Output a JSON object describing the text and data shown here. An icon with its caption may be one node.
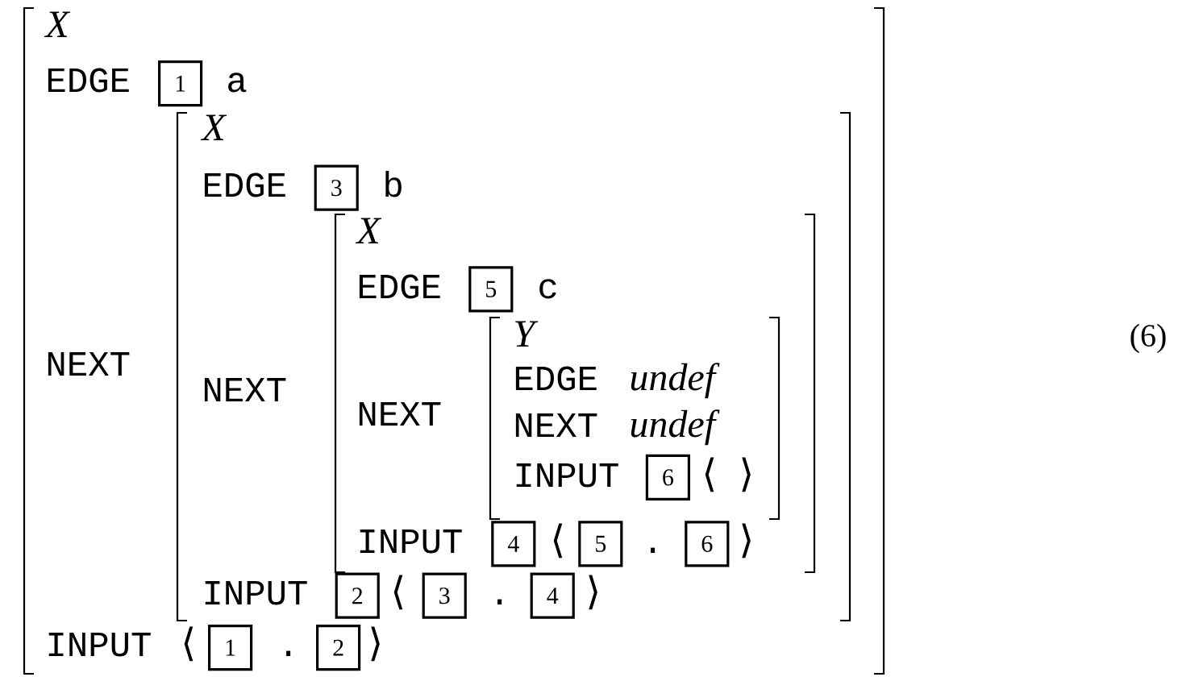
{
  "diagram": {
    "nodes": [
      {
        "text": [
          "X",
          "EDGE",
          "a",
          "NEXT",
          "INPUT",
          "⟨",
          ".",
          "⟩"
        ]
      },
      {
        "text": [
          "1"
        ],
        "in": 0
      },
      {
        "text": [
          "X",
          "EDGE",
          "b",
          "NEXT",
          "INPUT",
          "⟨",
          ".",
          "⟩"
        ],
        "in": 0
      },
      {
        "text": [
          "3"
        ],
        "in": 2
      },
      {
        "text": [
          "X",
          "EDGE",
          "c",
          "NEXT",
          "INPUT",
          "⟨",
          ".",
          "⟩"
        ],
        "in": 2
      },
      {
        "text": [
          "5"
        ],
        "in": 4
      },
      {
        "text": [
          "Y",
          "EDGE",
          "undef",
          "NEXT",
          "undef",
          "INPUT",
          "⟨",
          "⟩"
        ],
        "in": 4
      },
      {
        "text": [
          "6"
        ],
        "in": 6
      },
      {
        "text": [
          "4"
        ],
        "in": 4
      },
      {
        "text": [
          "5"
        ],
        "in": 4
      },
      {
        "text": [
          "6"
        ],
        "in": 4
      },
      {
        "text": [
          "2"
        ],
        "in": 2
      },
      {
        "text": [
          "3"
        ],
        "in": 2
      },
      {
        "text": [
          "4"
        ],
        "in": 2
      },
      {
        "text": [
          "1"
        ],
        "in": 0
      },
      {
        "text": [
          "2"
        ],
        "in": 0
      }
    ],
    "labels": [
      "(6)"
    ]
  }
}
